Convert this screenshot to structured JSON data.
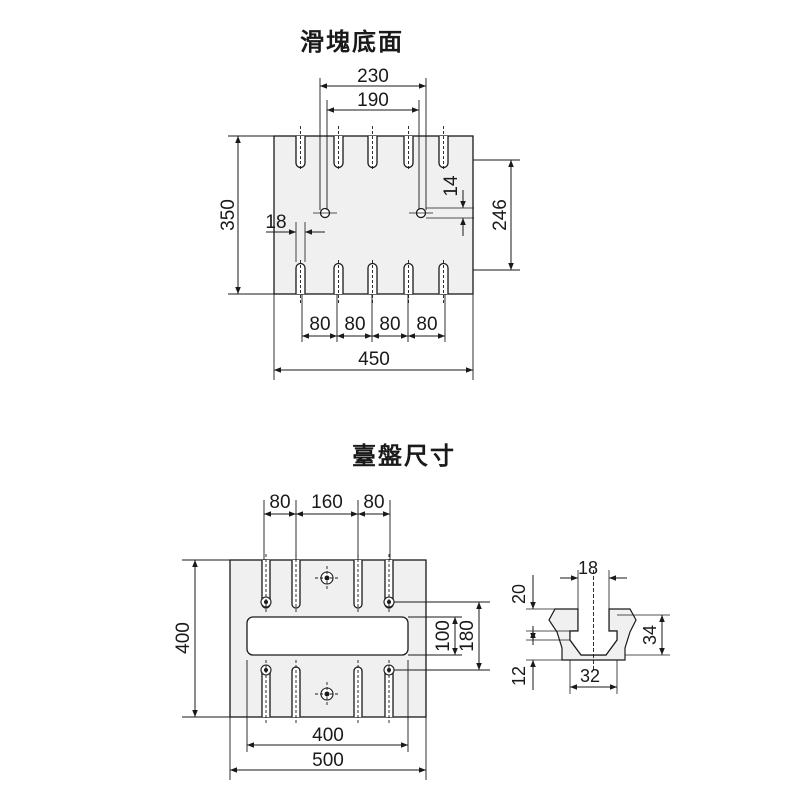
{
  "top_drawing": {
    "title": "滑塊底面",
    "dims": {
      "d230": "230",
      "d190": "190",
      "d14": "14",
      "d246": "246",
      "d350": "350",
      "d18": "18",
      "d80": "80",
      "d450": "450"
    }
  },
  "bottom_drawing": {
    "title": "臺盤尺寸",
    "dims": {
      "d80": "80",
      "d160": "160",
      "d400h": "400",
      "d100": "100",
      "d180": "180",
      "d400w": "400",
      "d500": "500"
    }
  },
  "slot_detail": {
    "dims": {
      "d18": "18",
      "d20": "20",
      "d34": "34",
      "d12": "12",
      "d32": "32"
    }
  },
  "colors": {
    "line": "#1a1a1a",
    "fill": "#f0f0f0"
  }
}
